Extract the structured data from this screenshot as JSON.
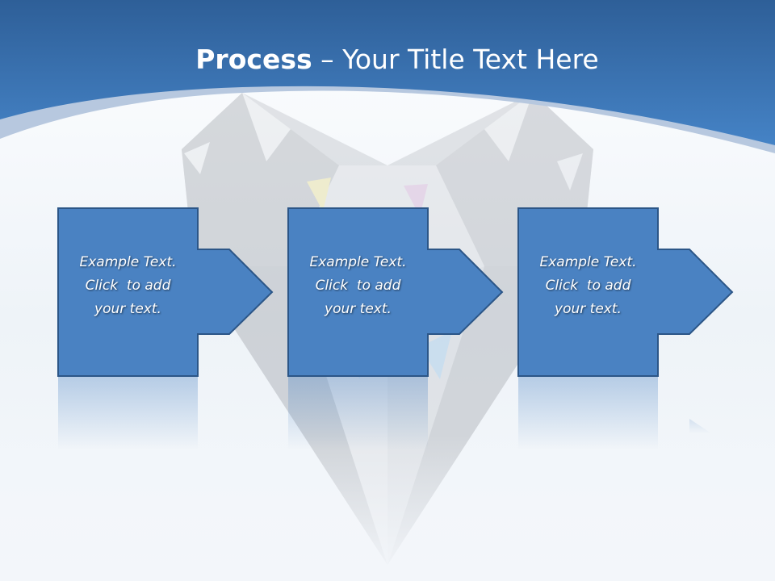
{
  "slide": {
    "title_bold": "Process",
    "title_rest": " – Your Title Text Here"
  },
  "steps": [
    {
      "line1": "Example Text.",
      "line2": "Click  to add",
      "line3": "your text."
    },
    {
      "line1": "Example Text.",
      "line2": "Click  to add",
      "line3": "your text."
    },
    {
      "line1": "Example Text.",
      "line2": "Click  to add",
      "line3": "your text."
    }
  ],
  "colors": {
    "header_blue": "#3d7bbf",
    "box_fill": "#4a82c2",
    "box_border": "#2c5687",
    "title_text": "#ffffff"
  }
}
